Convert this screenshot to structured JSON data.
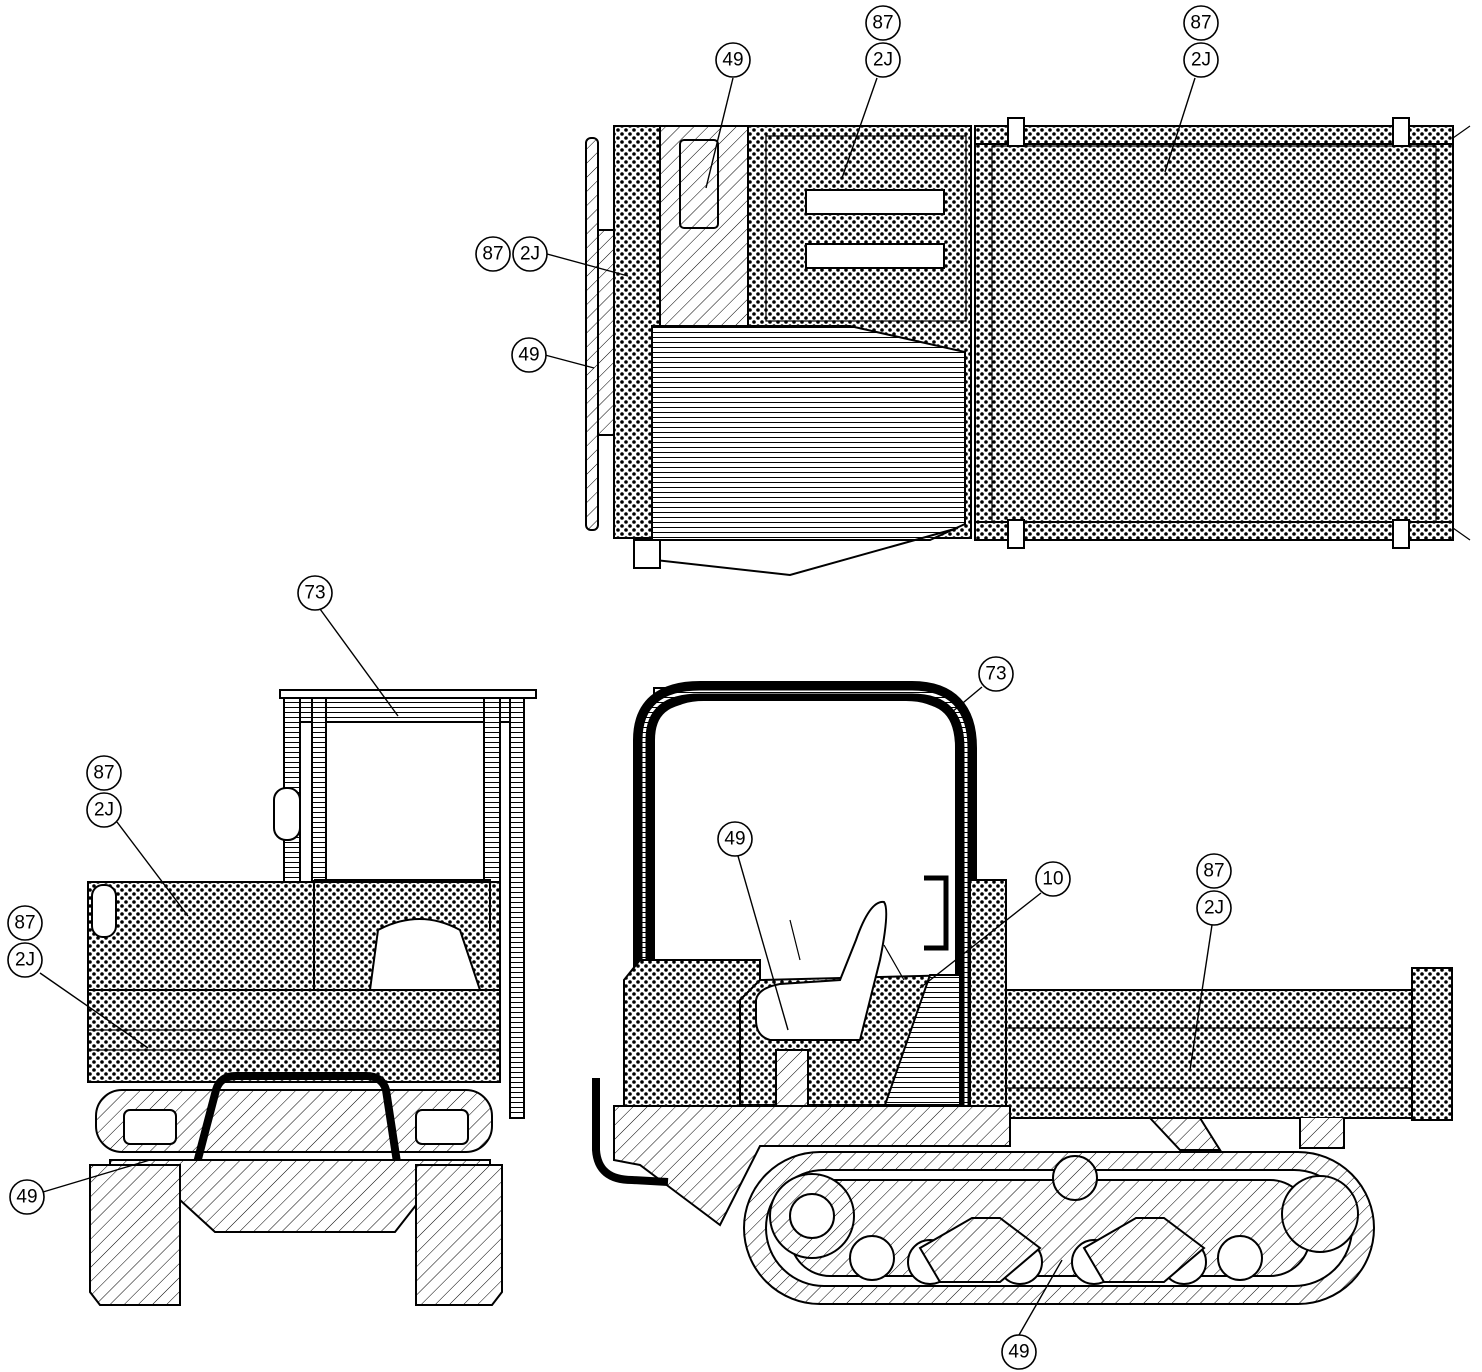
{
  "drawing": {
    "views": [
      "top-view",
      "front-view",
      "side-view"
    ],
    "finish_codes": {
      "dots": "87",
      "dots_alt": "2J",
      "hatch": "49",
      "lines": "73",
      "seat": "10"
    },
    "callouts": {
      "top_49": "49",
      "top_87_a": "87",
      "top_2j_a": "2J",
      "top_87_b": "87",
      "top_2j_b": "2J",
      "top_87_c": "87",
      "top_2j_c": "2J",
      "top_49_b": "49",
      "front_73": "73",
      "front_87_a": "87",
      "front_2j_a": "2J",
      "front_87_b": "87",
      "front_2j_b": "2J",
      "front_49": "49",
      "side_73": "73",
      "side_49_seat": "49",
      "side_10": "10",
      "side_87": "87",
      "side_2j": "2J",
      "side_49_track": "49"
    }
  }
}
